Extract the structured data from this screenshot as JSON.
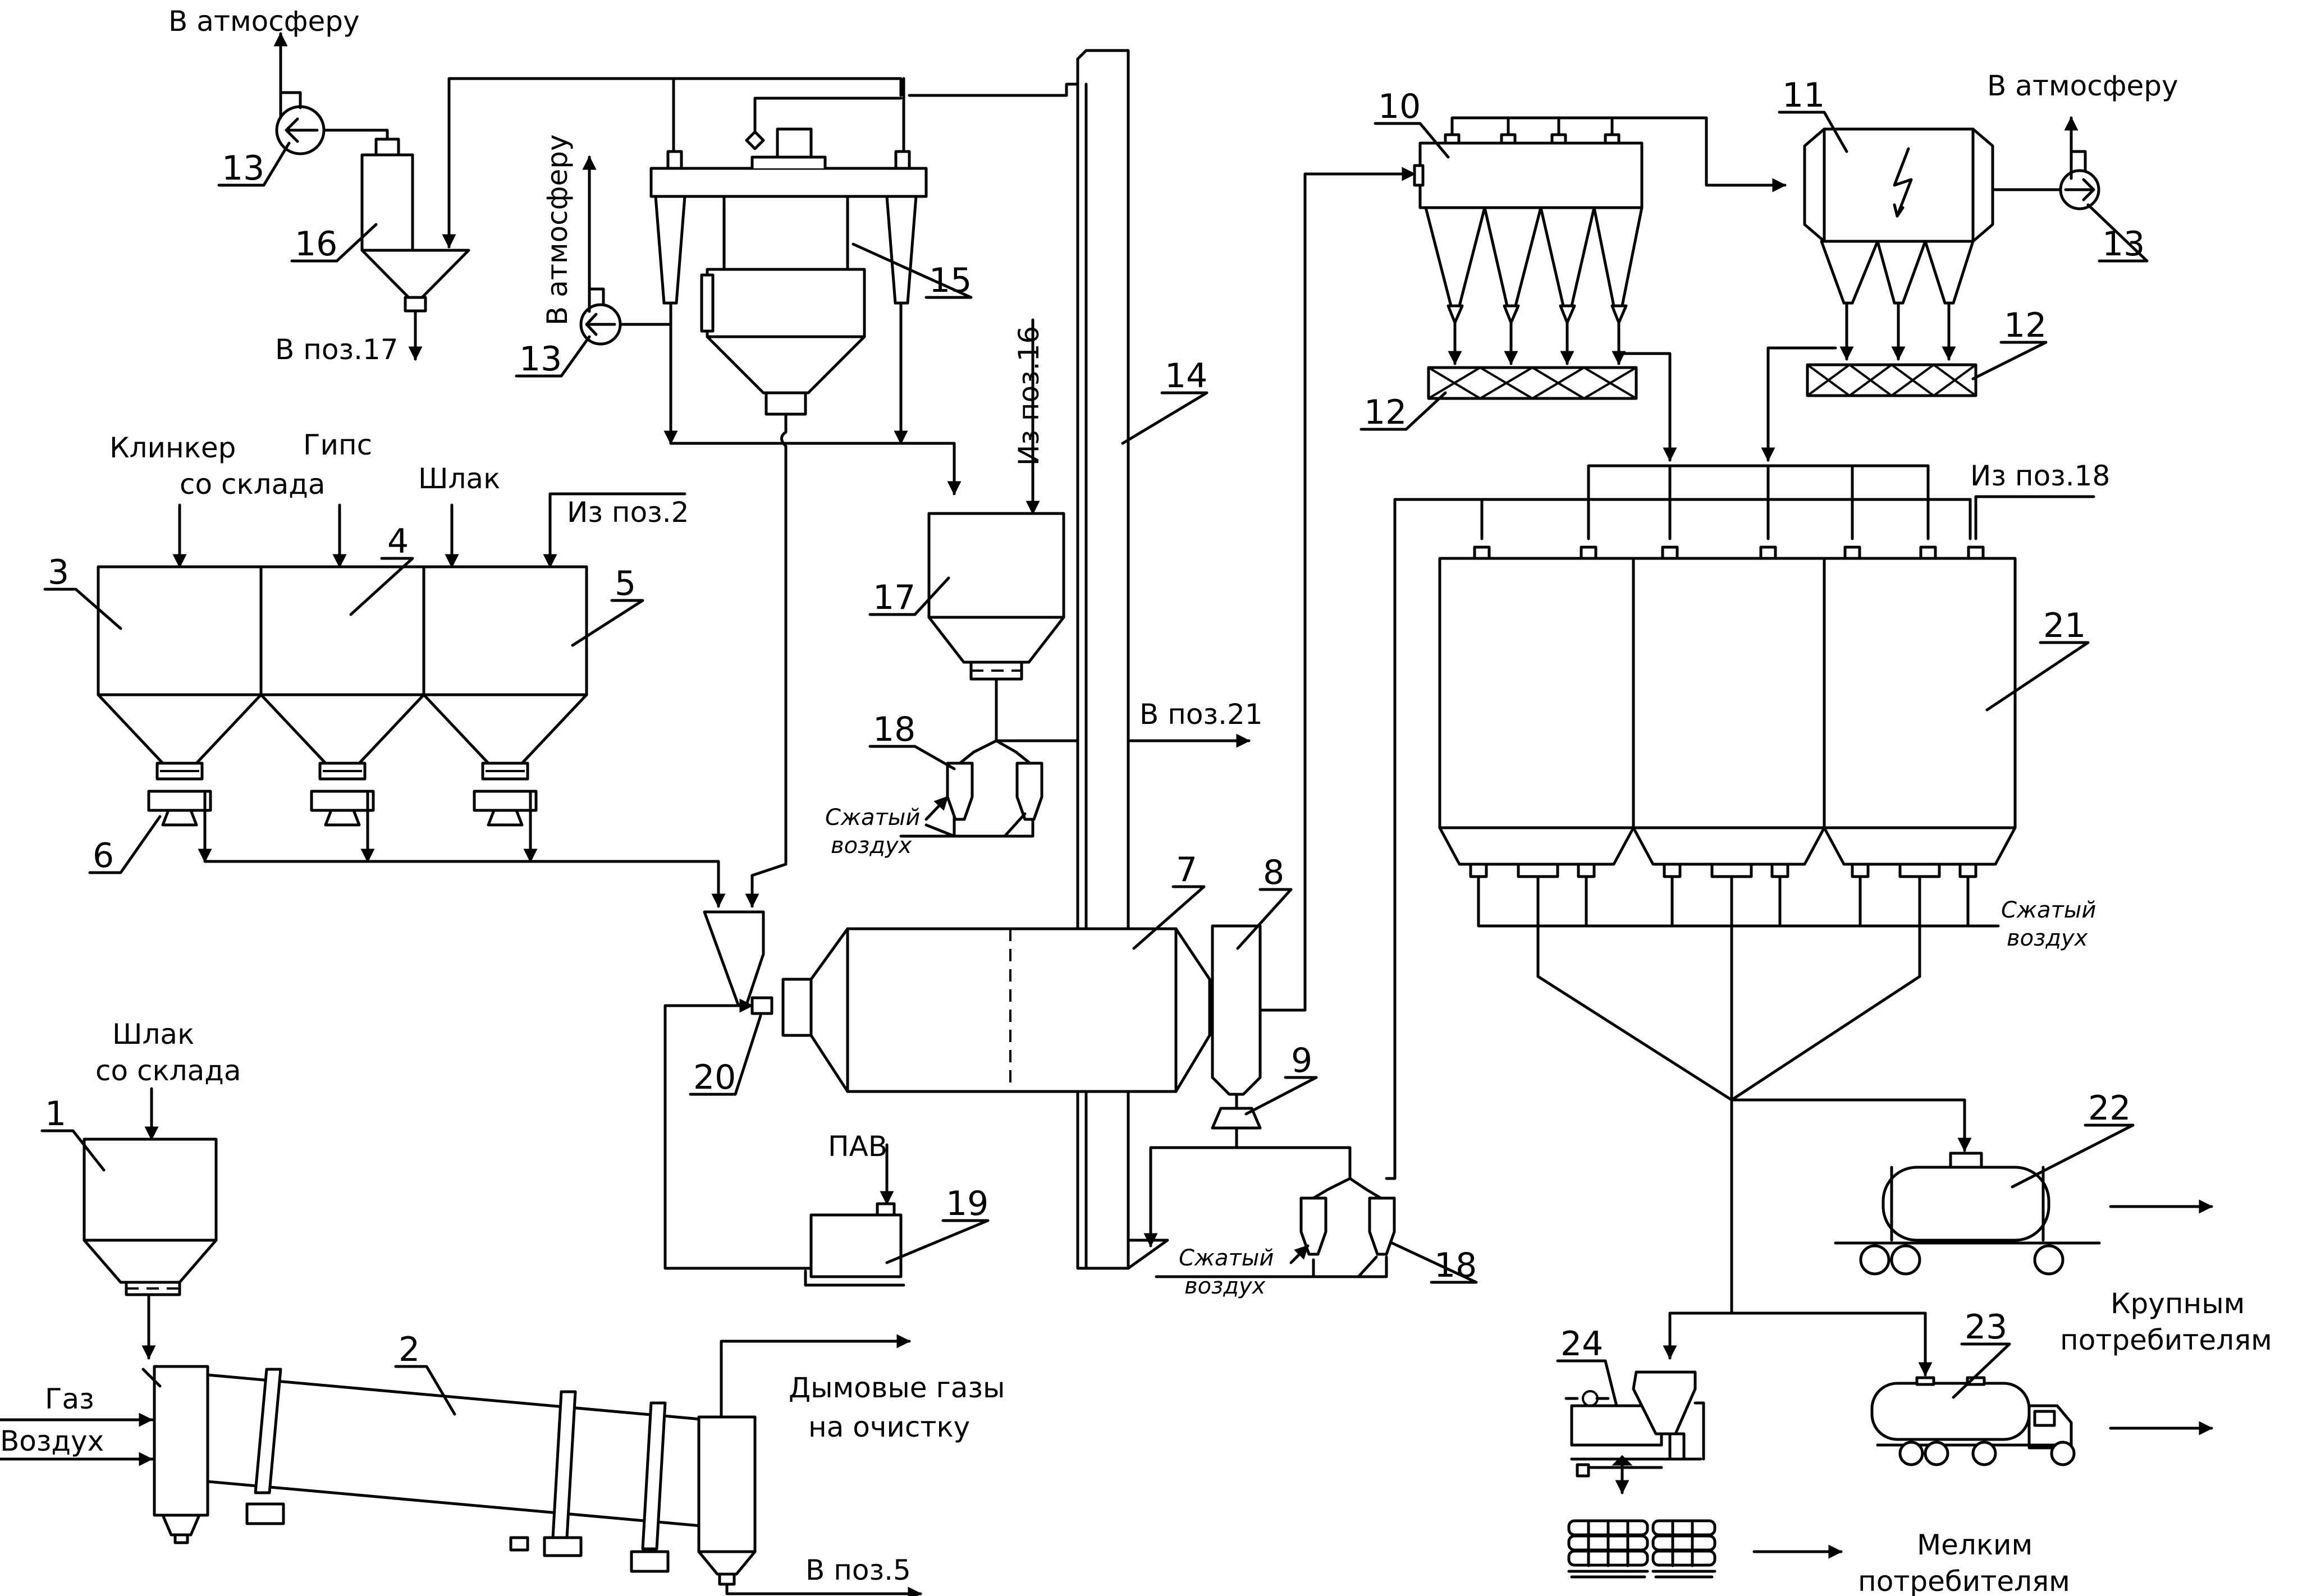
{
  "labels": {
    "to_atmosphere": "В атмосферу",
    "to_atmosphere_2": "В атмосферу",
    "to_atmosphere_3": "В атмосферу",
    "to_pos17": "В поз.17",
    "from_pos16": "Из поз.16",
    "clinker": "Клинкер",
    "from_store": "со склада",
    "gypsum": "Гипс",
    "slag": "Шлак",
    "from_pos2": "Из поз.2",
    "to_pos21": "В поз.21",
    "compressed_air": "Сжатый",
    "air_word": "воздух",
    "slag2": "Шлак",
    "from_store2": "со склада",
    "gas": "Газ",
    "air": "Воздух",
    "flue_gas_1": "Дымовые газы",
    "flue_gas_2": "на очистку",
    "to_pos5": "В поз.5",
    "surfactant": "ПАВ",
    "from_pos18": "Из поз.18",
    "big_consumers_1": "Крупным",
    "big_consumers_2": "потребителям",
    "small_consumers_1": "Мелким",
    "small_consumers_2": "потребителям"
  },
  "positions": [
    "1",
    "2",
    "3",
    "4",
    "5",
    "6",
    "7",
    "8",
    "9",
    "10",
    "11",
    "12",
    "12",
    "13",
    "13",
    "13",
    "14",
    "15",
    "16",
    "17",
    "18",
    "18",
    "19",
    "20",
    "21",
    "22",
    "23",
    "24"
  ]
}
